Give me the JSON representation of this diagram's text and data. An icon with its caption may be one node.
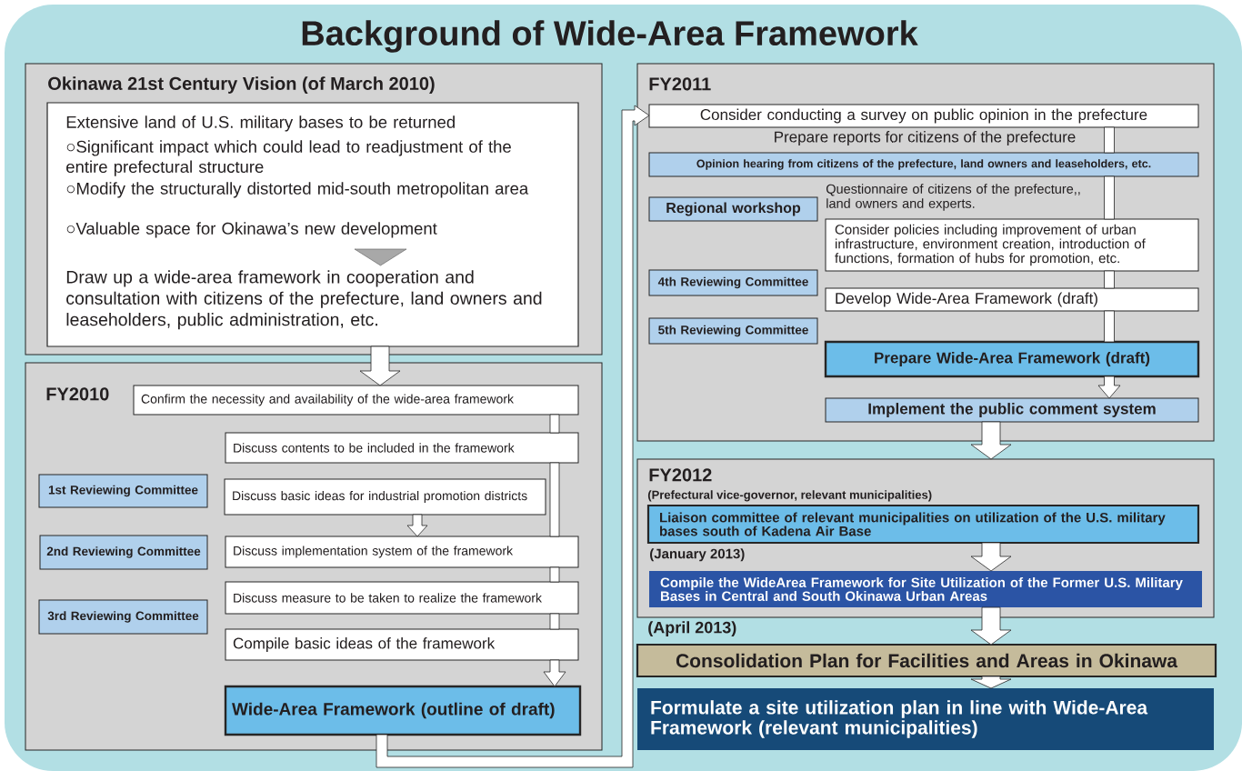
{
  "diagram": {
    "title": "Background of Wide-Area Framework",
    "nodes": [
      {
        "text": [
          "Okinawa 21st Century Vision (of March 2010)"
        ]
      },
      {
        "text": [
          "Extensive land of U.S. military bases to be returned",
          "○Significant impact which could lead to readjustment of the entire prefectural structure",
          "○Modify the structurally distorted mid-south metropolitan area",
          "○Valuable space for Okinawa’s new development",
          "Draw up a wide-area framework in cooperation and consultation with citizens of the prefecture, land owners and leaseholders, public administration, etc."
        ],
        "in": 0
      },
      {
        "text": [
          "FY2010"
        ]
      },
      {
        "text": [
          "Confirm the necessity and availability of the wide-area framework"
        ],
        "in": 2
      },
      {
        "text": [
          "Discuss contents to be included in the framework"
        ],
        "in": 2
      },
      {
        "text": [
          "1st Reviewing Committee"
        ],
        "in": 2
      },
      {
        "text": [
          "Discuss basic ideas for industrial promotion districts"
        ],
        "in": 2
      },
      {
        "text": [
          "2nd Reviewing Committee"
        ],
        "in": 2
      },
      {
        "text": [
          "Discuss implementation system of the framework"
        ],
        "in": 2
      },
      {
        "text": [
          "3rd Reviewing Committee"
        ],
        "in": 2
      },
      {
        "text": [
          "Discuss measure to be taken to realize the framework"
        ],
        "in": 2
      },
      {
        "text": [
          "Compile basic ideas of the framework"
        ],
        "in": 2
      },
      {
        "text": [
          "Wide-Area Framework (outline of draft)"
        ],
        "in": 2
      },
      {
        "text": [
          "FY2011"
        ]
      },
      {
        "text": [
          "Consider conducting a survey on public opinion in the prefecture"
        ],
        "in": 13
      },
      {
        "text": [
          "Opinion hearing from citizens of the prefecture, land owners and leaseholders, etc."
        ],
        "in": 13
      },
      {
        "text": [
          "Regional workshop"
        ],
        "in": 13
      },
      {
        "text": [
          "Consider policies including improvement of urban infrastructure, environment creation, introduction of functions, formation of hubs for promotion, etc."
        ],
        "in": 13
      },
      {
        "text": [
          "4th Reviewing Committee"
        ],
        "in": 13
      },
      {
        "text": [
          "Develop Wide-Area Framework (draft)"
        ],
        "in": 13
      },
      {
        "text": [
          "5th Reviewing Committee"
        ],
        "in": 13
      },
      {
        "text": [
          "Prepare Wide-Area Framework (draft)"
        ],
        "in": 13
      },
      {
        "text": [
          "Implement the public comment system"
        ],
        "in": 13
      },
      {
        "text": [
          "FY2012"
        ]
      },
      {
        "text": [
          "Liaison committee of relevant municipalities on utilization of the U.S. military bases south of Kadena Air Base"
        ],
        "beside": [
          "(Prefectural vice-governor, relevant municipalities)"
        ],
        "in": 23
      },
      {
        "text": [
          "Compile the WideArea Framework for Site Utilization of the Former U.S. Military Bases in Central and South Okinawa Urban Areas"
        ],
        "beside": [
          "(January 2013)"
        ],
        "in": 23
      },
      {
        "text": [
          "Consolidation Plan for Facilities and Areas in Okinawa"
        ],
        "beside": [
          "(April 2013)"
        ]
      },
      {
        "text": [
          "Formulate a site utilization plan in line with Wide-Area Framework (relevant municipalities)"
        ]
      }
    ],
    "edges": [
      {
        "from": 1,
        "to": 3,
        "arrow": "to"
      },
      {
        "from": 3,
        "to": 4,
        "arrow": "none"
      },
      {
        "from": 4,
        "to": 8,
        "arrow": "none"
      },
      {
        "from": 6,
        "to": 8,
        "arrow": "to"
      },
      {
        "from": 8,
        "to": 10,
        "arrow": "none"
      },
      {
        "from": 10,
        "to": 11,
        "arrow": "none"
      },
      {
        "from": 11,
        "to": 12,
        "arrow": "to"
      },
      {
        "from": 12,
        "to": 14,
        "arrow": "to"
      },
      {
        "from": 14,
        "to": 15,
        "arrow": "none"
      },
      {
        "from": 15,
        "to": 17,
        "arrow": "none"
      },
      {
        "from": 17,
        "to": 19,
        "arrow": "none"
      },
      {
        "from": 19,
        "to": 21,
        "arrow": "none"
      },
      {
        "from": 21,
        "to": 22,
        "arrow": "to"
      },
      {
        "from": 22,
        "to": 23,
        "arrow": "to"
      },
      {
        "from": 24,
        "to": 25,
        "arrow": "to"
      },
      {
        "from": 25,
        "to": 26,
        "arrow": "to"
      },
      {
        "from": 26,
        "to": 27,
        "arrow": "to"
      }
    ],
    "labels": [
      "Prepare reports for citizens of the prefecture",
      "Questionnaire of citizens of the prefecture,, land owners and experts."
    ]
  }
}
